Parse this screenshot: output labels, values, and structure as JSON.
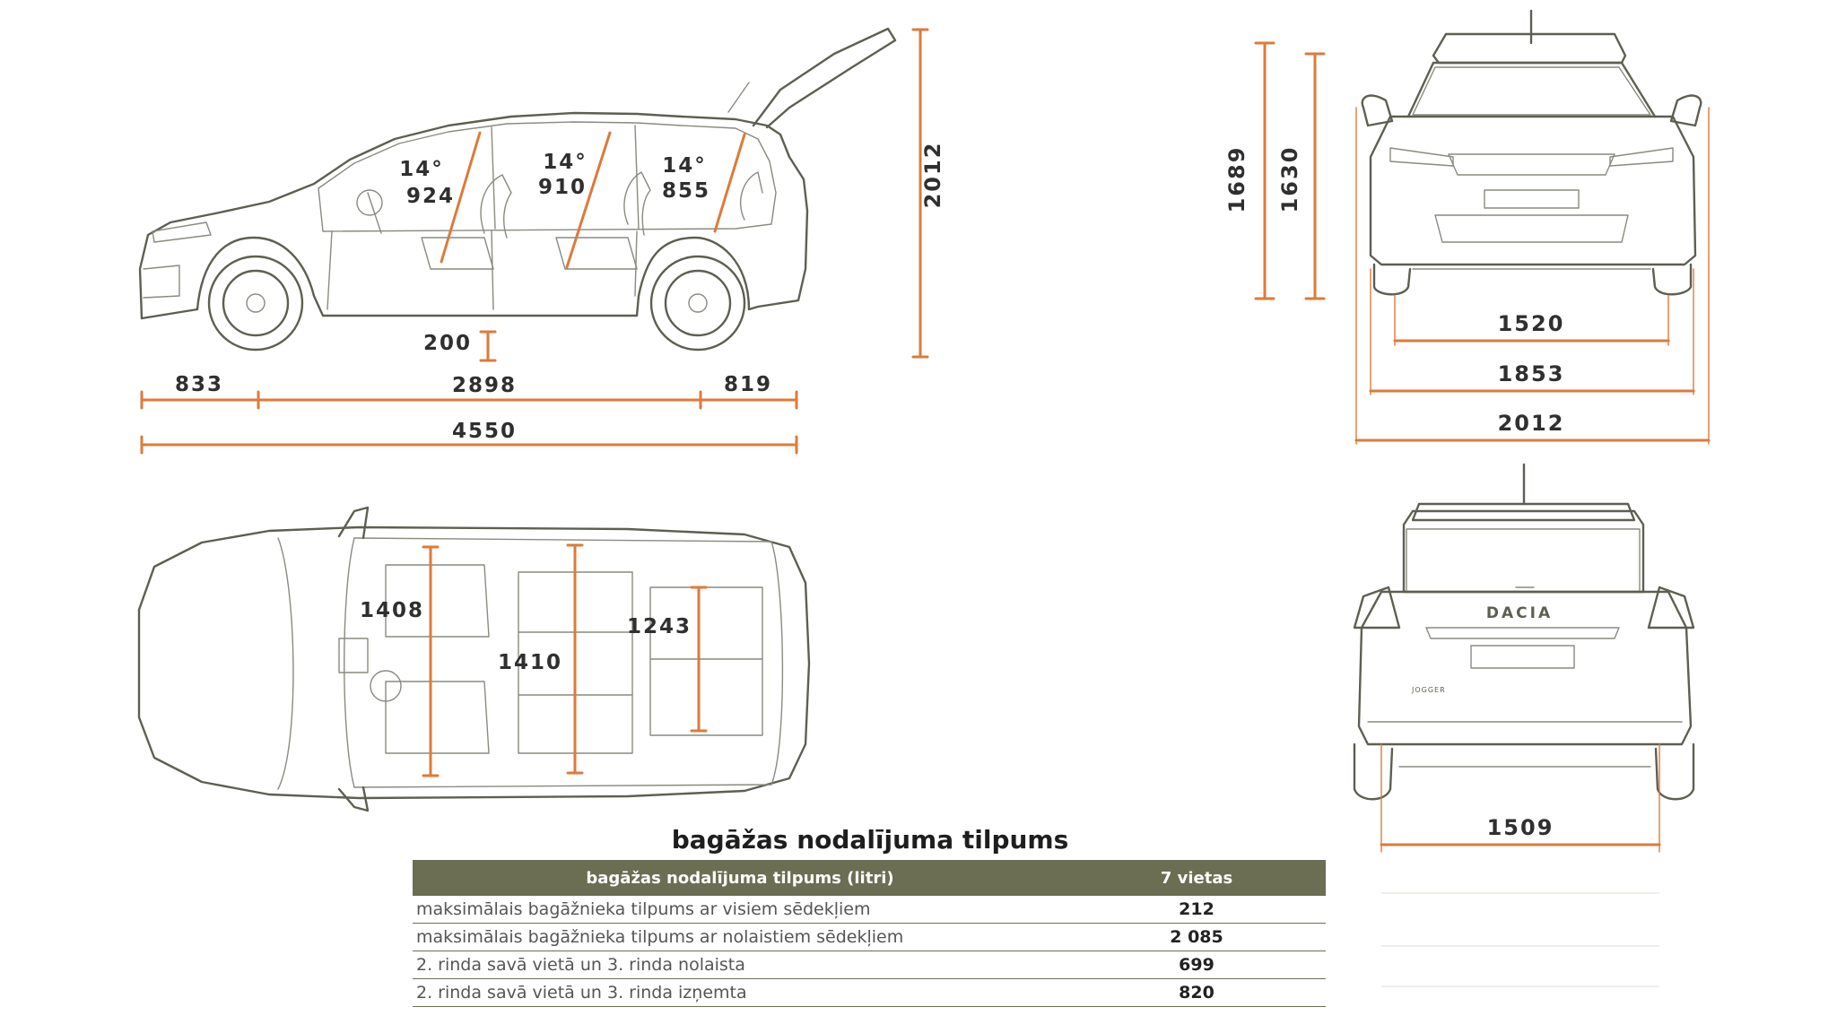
{
  "side_view": {
    "height": "2012",
    "ground_clearance": "200",
    "front_overhang": "833",
    "wheelbase": "2898",
    "rear_overhang": "819",
    "length": "4550",
    "row1_angle": "14°",
    "row1_length": "924",
    "row2_angle": "14°",
    "row2_length": "910",
    "row3_angle": "14°",
    "row3_length": "855"
  },
  "front_view": {
    "height_1": "1689",
    "height_2": "1630",
    "track_front": "1520",
    "body_width": "1853",
    "width_mirrors": "2012"
  },
  "top_view": {
    "width_row1": "1408",
    "width_row2": "1410",
    "width_row3": "1243"
  },
  "rear_view": {
    "brand": "DACIA",
    "model": "JOGGER",
    "track_rear": "1509"
  },
  "luggage_table": {
    "title": "bagāžas nodalījuma tilpums",
    "header": [
      "bagāžas nodalījuma tilpums (litri)",
      "7 vietas"
    ],
    "rows": [
      {
        "label": "maksimālais bagāžnieka tilpums ar visiem sēdekļiem",
        "value": "212"
      },
      {
        "label": "maksimālais bagāžnieka tilpums ar nolaistiem sēdekļiem",
        "value": "2 085"
      },
      {
        "label": "2. rinda savā vietā un 3. rinda nolaista",
        "value": "699"
      },
      {
        "label": "2. rinda savā vietā un 3. rinda izņemta",
        "value": "820"
      }
    ]
  },
  "colors": {
    "dimension_line": "#de7a3a",
    "outline": "#5e5e52",
    "table_header": "#6b6e52"
  }
}
